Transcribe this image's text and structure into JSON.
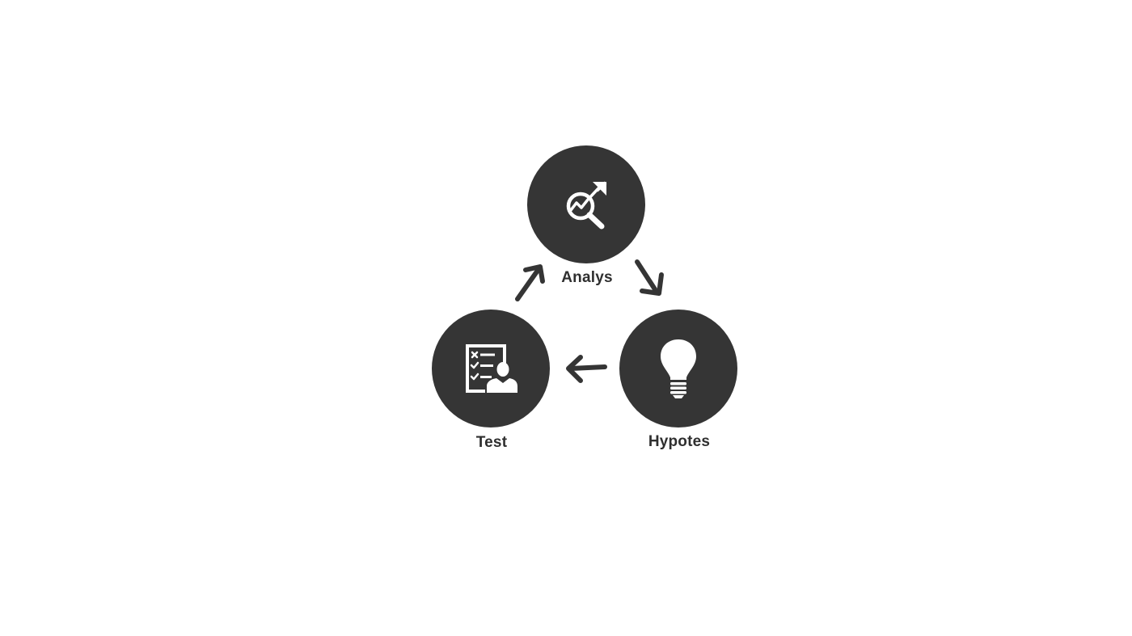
{
  "diagram": {
    "nodes": [
      {
        "id": "analys",
        "label": "Analys",
        "icon": "analytics-magnifier-icon"
      },
      {
        "id": "hypotes",
        "label": "Hypotes",
        "icon": "lightbulb-icon"
      },
      {
        "id": "test",
        "label": "Test",
        "icon": "checklist-person-icon"
      }
    ],
    "edges": [
      {
        "from": "analys",
        "to": "hypotes"
      },
      {
        "from": "hypotes",
        "to": "test"
      },
      {
        "from": "test",
        "to": "analys"
      }
    ],
    "colors": {
      "node_fill": "#353535",
      "icon": "#ffffff",
      "arrow": "#353535",
      "label": "#2f2f2f",
      "background": "#ffffff"
    }
  }
}
